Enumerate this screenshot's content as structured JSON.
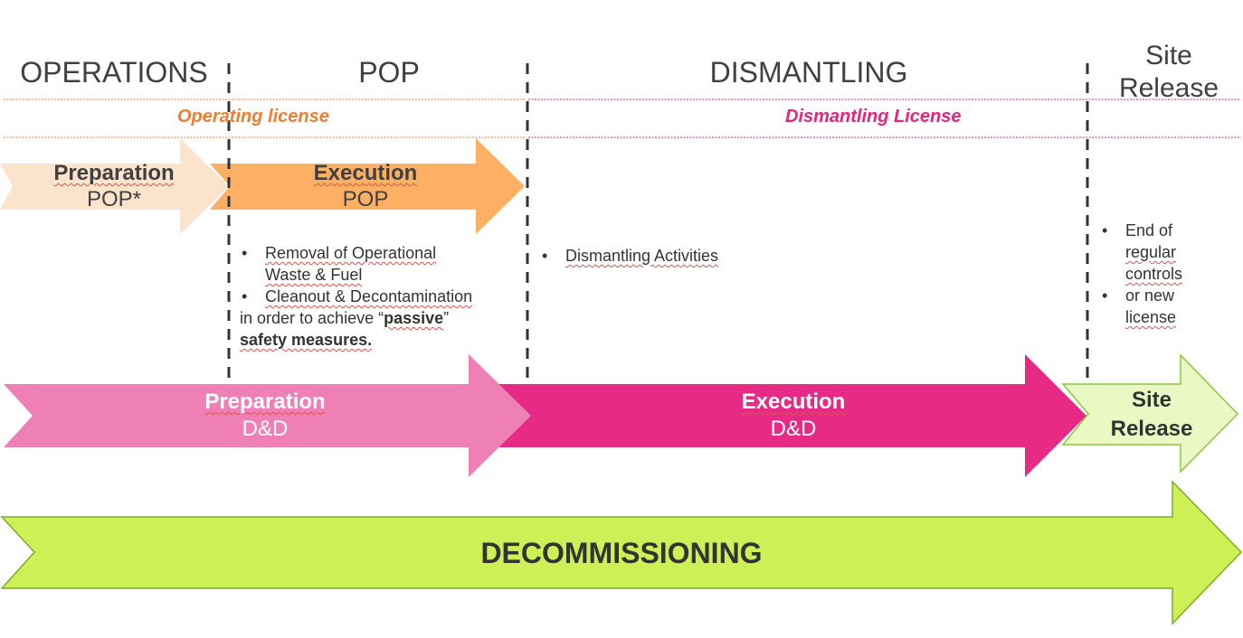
{
  "phases": {
    "operations": "OPERATIONS",
    "pop": "POP",
    "dismantling": "DISMANTLING",
    "site_release_line1": "Site",
    "site_release_line2": "Release"
  },
  "licenses": {
    "operating": "Operating license",
    "dismantling": "Dismantling License"
  },
  "arrows": {
    "prep_pop": {
      "line1": "Preparation",
      "line2": "POP*"
    },
    "exec_pop": {
      "line1": "Execution",
      "line2": "POP"
    },
    "prep_dd": {
      "line1": "Preparation",
      "line2": "D&D"
    },
    "exec_dd": {
      "line1": "Execution",
      "line2": "D&D"
    },
    "site_release": {
      "line1": "Site",
      "line2": "Release"
    },
    "decommissioning": "DECOMMISSIONING"
  },
  "pop_notes": {
    "item1_a": "Removal of Operational",
    "item1_b": "Waste & Fuel",
    "item2": "Cleanout & Decontamination",
    "tail_pre": "in order to achieve “",
    "tail_bold": "passive",
    "tail_post": "”",
    "tail_line2": "safety measures."
  },
  "dismantling_notes": {
    "item1": "Dismantling Activities"
  },
  "release_notes": {
    "item1_a": "End of",
    "item1_b": "regular",
    "item1_c": "controls",
    "item2_a": "or new",
    "item2_b": "license"
  },
  "colors": {
    "operating_license": "#ed7d31",
    "dismantling_license": "#e3257f",
    "prep_pop_fill": "#fce4cc",
    "exec_pop_fill": "#fdb063",
    "prep_dd_fill": "#ee80b5",
    "exec_dd_fill": "#e62a86",
    "site_release_fill": "#eaf8c4",
    "decommissioning_fill": "#cdf057",
    "divider": "#333333"
  }
}
